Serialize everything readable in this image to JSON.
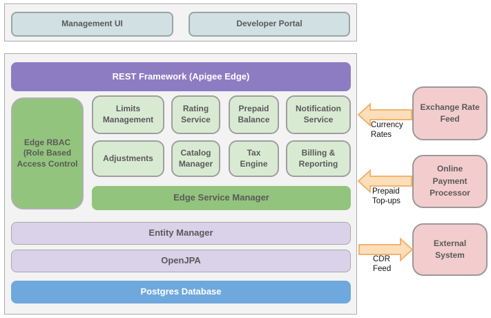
{
  "top": {
    "management_ui": "Management UI",
    "developer_portal": "Developer Portal"
  },
  "platform": {
    "rest_framework": "REST Framework (Apigee Edge)",
    "edge_rbac": "Edge RBAC (Role Based Access Control",
    "services_row1": [
      "Limits Management",
      "Rating Service",
      "Prepaid Balance",
      "Notification Service"
    ],
    "services_row2": [
      "Adjustments",
      "Catalog Manager",
      "Tax Engine",
      "Billing & Reporting"
    ],
    "edge_service_manager": "Edge Service Manager",
    "entity_manager": "Entity Manager",
    "open_jpa": "OpenJPA",
    "postgres_database": "Postgres Database"
  },
  "external_systems": [
    {
      "label": "Exchange Rate Feed",
      "flow_label": "Currency Rates",
      "flow_direction": "inbound"
    },
    {
      "label": "Online Payment Processor",
      "flow_label": "Prepaid Top-ups",
      "flow_direction": "inbound"
    },
    {
      "label": "External System",
      "flow_label": "CDR Feed",
      "flow_direction": "outbound"
    }
  ],
  "colors": {
    "rest_framework_purple": "#8e7cc3",
    "edge_green": "#93c47d",
    "service_light_green": "#d9ead3",
    "layer_lavender": "#d9d2e9",
    "database_blue": "#6fa8dc",
    "external_pink": "#f3cdce",
    "ui_cyan": "#d0e0e3",
    "container_gray": "#f3f3f3",
    "arrow_fill": "#fcdfba",
    "arrow_stroke": "#f3b26d"
  }
}
